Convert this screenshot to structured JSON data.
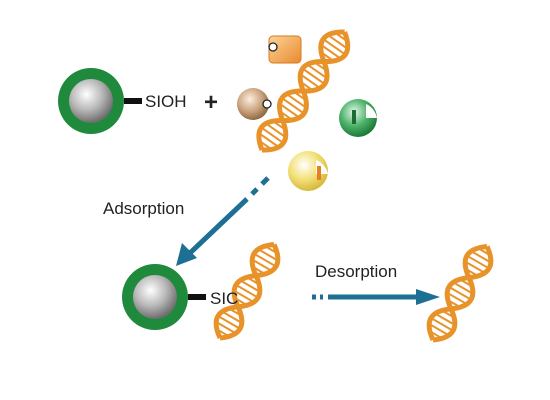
{
  "labels": {
    "sioh": "SIOH",
    "plus": "+",
    "adsorption": "Adsorption",
    "sic": "SIC",
    "desorption": "Desorption"
  },
  "colors": {
    "bead_ring": "#1f8a3c",
    "bead_core": "#b8b8b8",
    "dna_strand": "#e8922a",
    "arrow": "#1d6f93",
    "square_ligand": "#f0a24a",
    "tan_sphere": "#c9a27c",
    "green_sphere": "#4db36a",
    "yellow_sphere": "#f3e27a"
  },
  "icons": [
    "silica-bead-icon",
    "dna-helix-icon",
    "square-ligand-icon",
    "tan-sphere-icon",
    "green-sphere-icon",
    "yellow-sphere-icon",
    "arrow-icon"
  ]
}
